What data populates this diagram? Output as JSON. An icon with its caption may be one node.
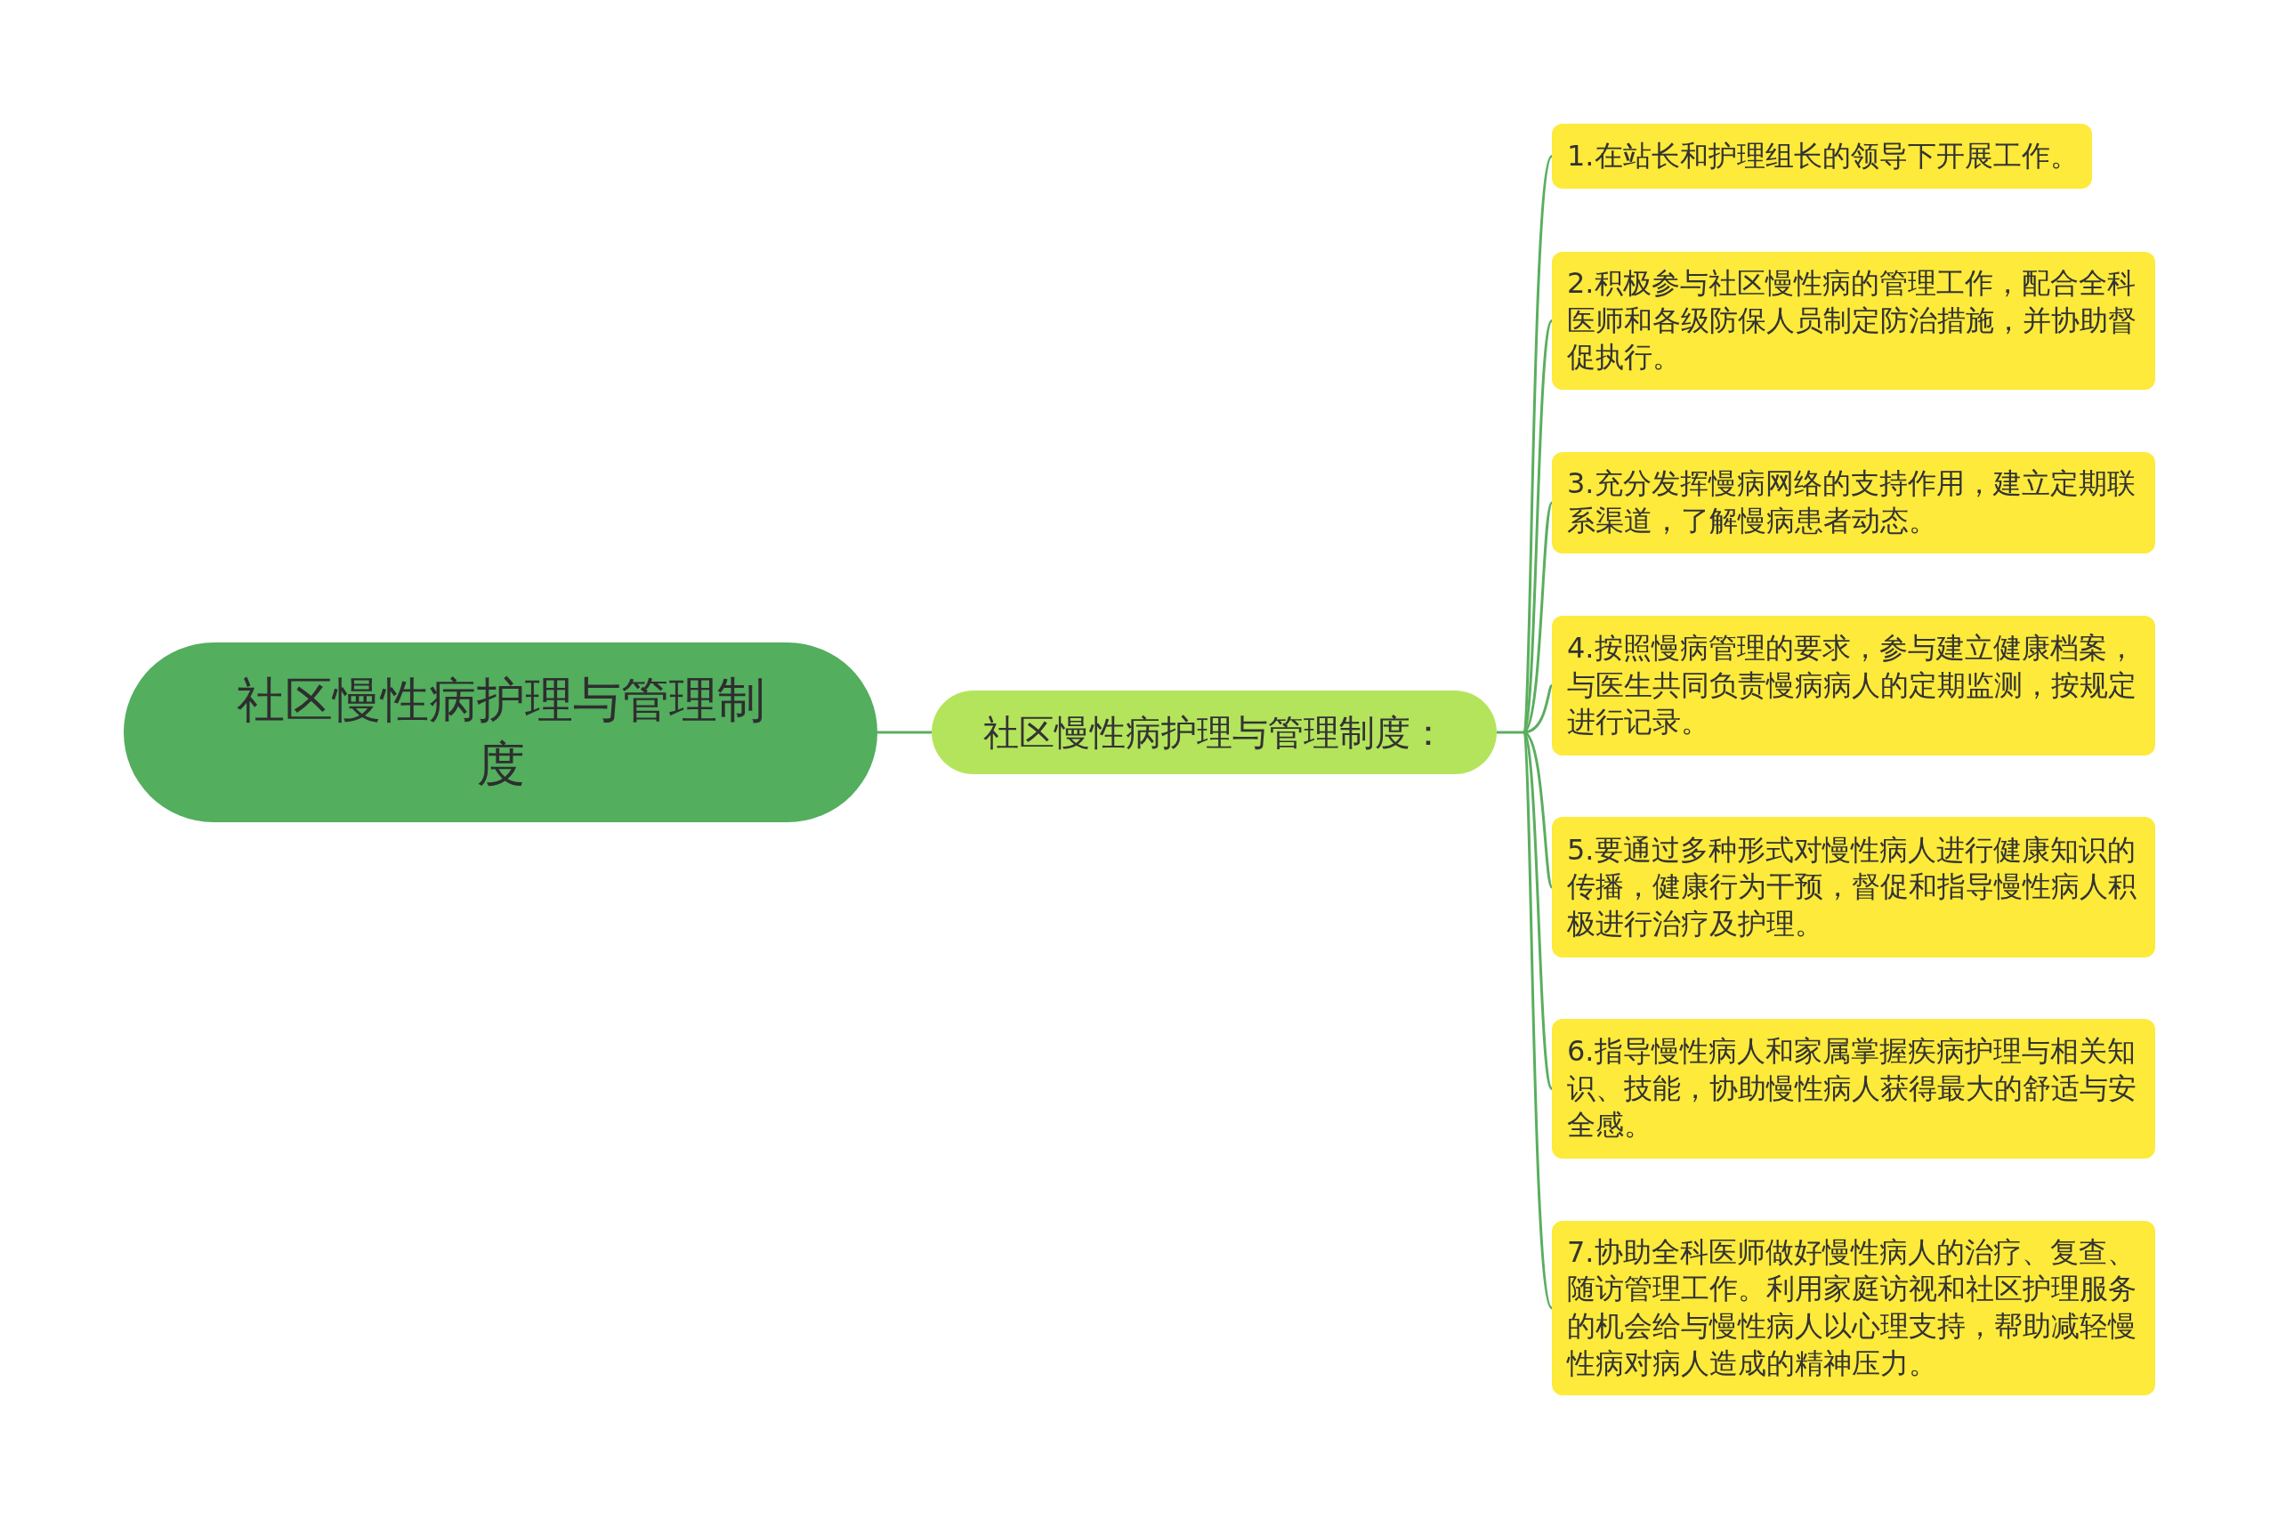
{
  "diagram": {
    "nodes": [
      {
        "text": [
          "社区慢性病护理与管理制度"
        ]
      },
      {
        "text": [
          "社区慢性病护理与管理制度："
        ]
      },
      {
        "text": [
          "1.在站长和护理组长的领导下开展工作。"
        ]
      },
      {
        "text": [
          "2.积极参与社区慢性病的管理工作，配合全科医师和各级防保人员制定防治措施，并协助督促执行。"
        ]
      },
      {
        "text": [
          "3.充分发挥慢病网络的支持作用，建立定期联系渠道，了解慢病患者动态。"
        ]
      },
      {
        "text": [
          "4.按照慢病管理的要求，参与建立健康档案，与医生共同负责慢病病人的定期监测，按规定进行记录。"
        ]
      },
      {
        "text": [
          "5.要通过多种形式对慢性病人进行健康知识的传播，健康行为干预，督促和指导慢性病人积极进行治疗及护理。"
        ]
      },
      {
        "text": [
          "6.指导慢性病人和家属掌握疾病护理与相关知识、技能，协助慢性病人获得最大的舒适与安全感。"
        ]
      },
      {
        "text": [
          "7.协助全科医师做好慢性病人的治疗、复查、随访管理工作。利用家庭访视和社区护理服务的机会给与慢性病人以心理支持，帮助减轻慢性病对病人造成的精神压力。"
        ]
      }
    ],
    "edges": [
      {
        "from": 0,
        "to": 1,
        "arrow": "none"
      },
      {
        "from": 1,
        "to": 2,
        "arrow": "none"
      },
      {
        "from": 1,
        "to": 3,
        "arrow": "none"
      },
      {
        "from": 1,
        "to": 4,
        "arrow": "none"
      },
      {
        "from": 1,
        "to": 5,
        "arrow": "none"
      },
      {
        "from": 1,
        "to": 6,
        "arrow": "none"
      },
      {
        "from": 1,
        "to": 7,
        "arrow": "none"
      },
      {
        "from": 1,
        "to": 8,
        "arrow": "none"
      }
    ]
  }
}
